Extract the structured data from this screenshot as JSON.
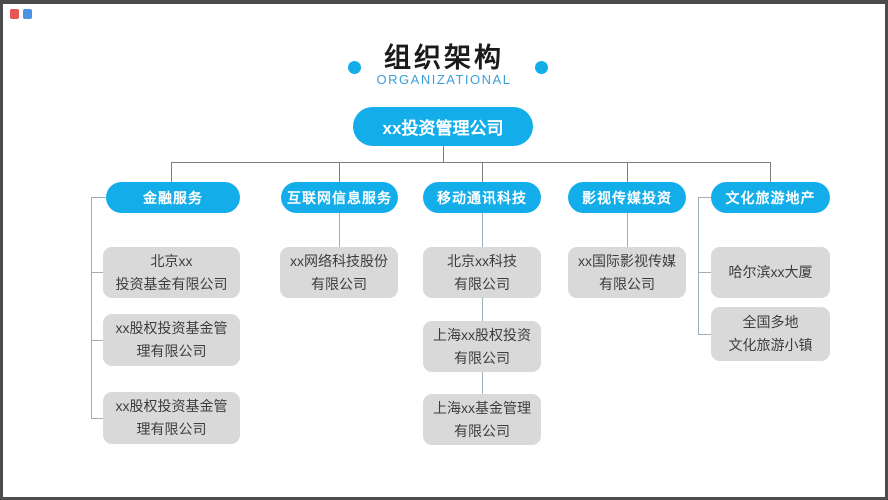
{
  "header": {
    "title": "组织架构",
    "subtitle": "ORGANIZATIONAL"
  },
  "root": {
    "label": "xx投资管理公司"
  },
  "branches": [
    {
      "label": "金融服务",
      "children": [
        "北京xx\n投资基金有限公司",
        "xx股权投资基金管\n理有限公司",
        "xx股权投资基金管\n理有限公司"
      ]
    },
    {
      "label": "互联网信息服务",
      "children": [
        "xx网络科技股份\n有限公司"
      ]
    },
    {
      "label": "移动通讯科技",
      "children": [
        "北京xx科技\n有限公司",
        "上海xx股权投资\n有限公司",
        "上海xx基金管理\n有限公司"
      ]
    },
    {
      "label": "影视传媒投资",
      "children": [
        "xx国际影视传媒\n有限公司"
      ]
    },
    {
      "label": "文化旅游地产",
      "children": [
        "哈尔滨xx大厦",
        "全国多地\n文化旅游小镇"
      ]
    }
  ],
  "colors": {
    "accent_blue": "#13aeea",
    "subtitle_blue": "#3ba1d8",
    "box_gray": "#d9d9d9",
    "tree_line_gray": "#7d7d7d",
    "child_line_gray": "#9db0b9",
    "corner_mark_red": "#e03a3a",
    "corner_mark_blue": "#2d7fe0"
  }
}
